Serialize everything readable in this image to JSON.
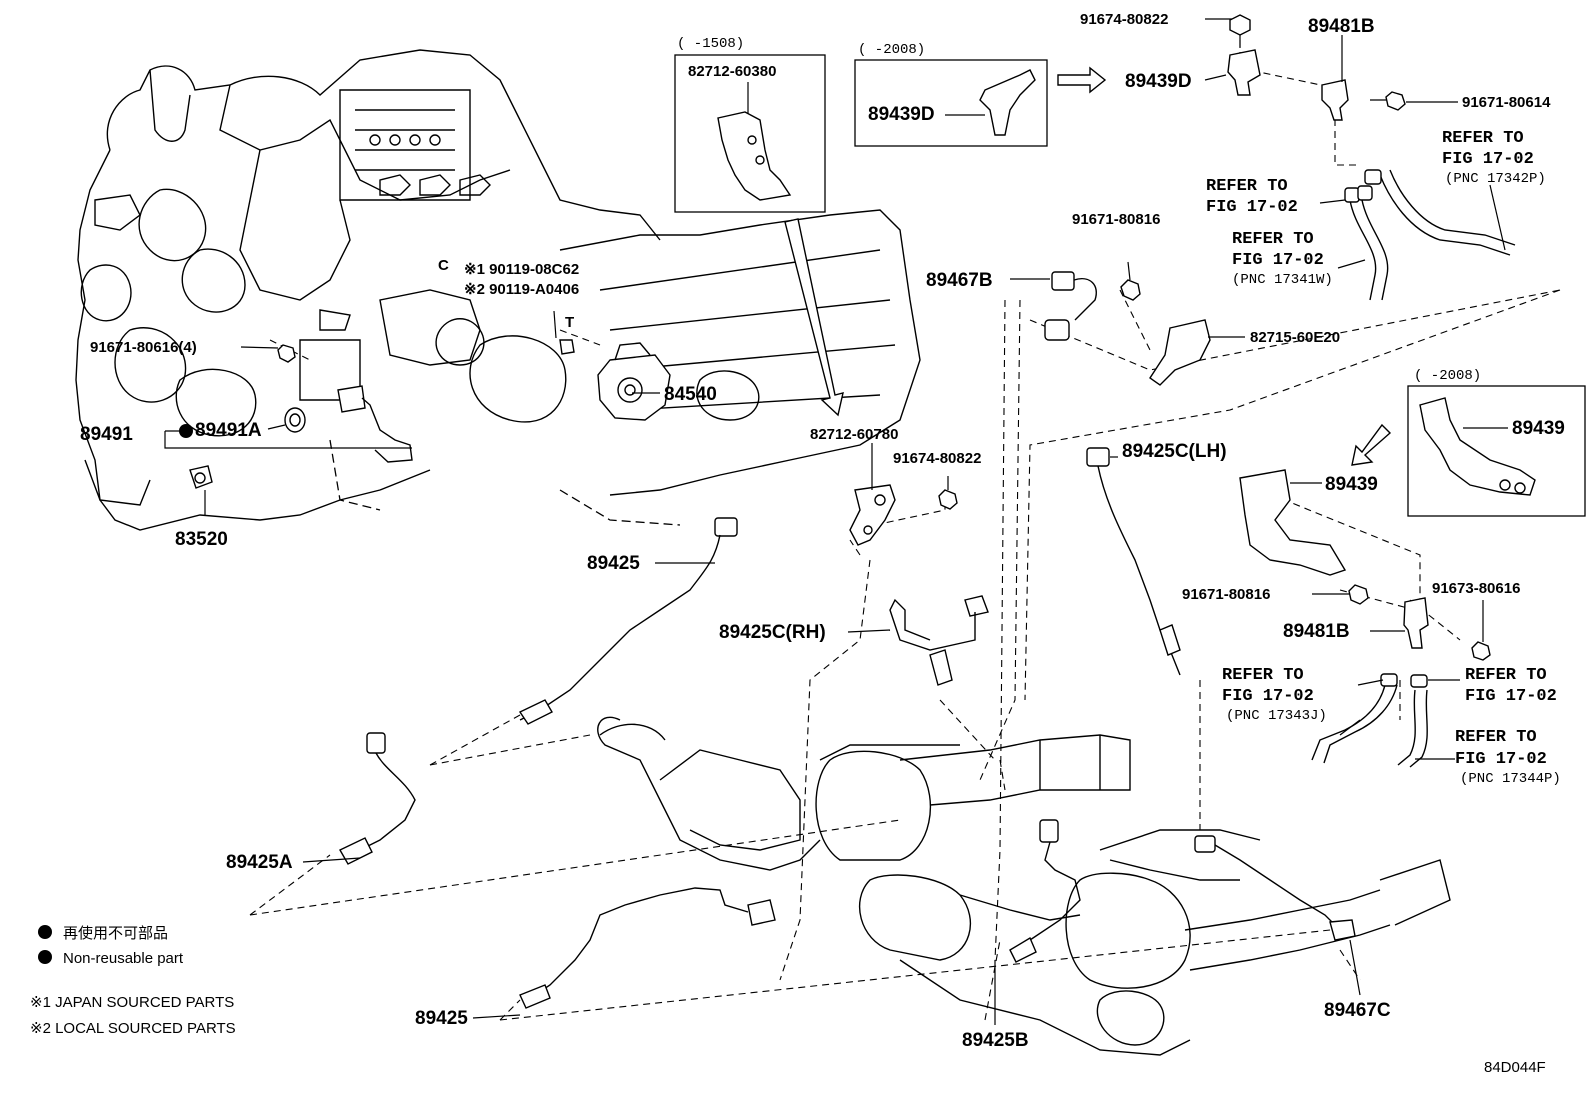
{
  "diagram": {
    "figure_code": "84D044F",
    "legend": {
      "nonreusable_jp": "再使用不可部品",
      "nonreusable_en": "Non-reusable part",
      "note1": "※1 JAPAN SOURCED PARTS",
      "note2": "※2 LOCAL SOURCED PARTS"
    },
    "insets": {
      "inset_1508_label": "(      -1508)",
      "inset_1508_part": "82712-60380",
      "inset_2008a_label": "(      -2008)",
      "inset_2008a_part": "89439D",
      "inset_2008b_label": "(      -2008)",
      "inset_2008b_part": "89439"
    },
    "parts": {
      "p91674_80822_top": "91674-80822",
      "p89481B_top": "89481B",
      "p89439D": "89439D",
      "p91671_80614": "91671-80614",
      "p90119_08C62": "※1 90119-08C62",
      "p90119_A0406": "※2 90119-A0406",
      "p91671_80616_4": "91671-80616(4)",
      "p89491": "89491",
      "p89491A": "89491A",
      "p83520": "83520",
      "p84540": "84540",
      "p82712_60780": "82712-60780",
      "p91674_80822_mid": "91674-80822",
      "p91671_80816_top": "91671-80816",
      "p89467B": "89467B",
      "p82715_60E20": "82715-60E20",
      "p89425C_LH": "89425C(LH)",
      "p89439": "89439",
      "p91671_80816_mid": "91671-80816",
      "p91673_80616": "91673-80616",
      "p89481B_mid": "89481B",
      "p89425_top": "89425",
      "p89425C_RH": "89425C(RH)",
      "p89425A": "89425A",
      "p89425_bottom": "89425",
      "p89425B": "89425B",
      "p89467C": "89467C"
    },
    "refer": {
      "r1_line1": "REFER TO",
      "r1_line2": "FIG 17-02",
      "r1_line3": "(PNC 17342P)",
      "r2_line1": "REFER TO",
      "r2_line2": "FIG 17-02",
      "r3_line1": "REFER TO",
      "r3_line2": "FIG 17-02",
      "r3_line3": "(PNC 17341W)",
      "r4_line1": "REFER TO",
      "r4_line2": "FIG 17-02",
      "r4_line3": "(PNC 17343J)",
      "r5_line1": "REFER TO",
      "r5_line2": "FIG 17-02",
      "r6_line1": "REFER TO",
      "r6_line2": "FIG 17-02",
      "r6_line3": "(PNC 17344P)"
    },
    "markers": {
      "engine_letter_c": "C",
      "engine_letter_t": "T"
    }
  }
}
